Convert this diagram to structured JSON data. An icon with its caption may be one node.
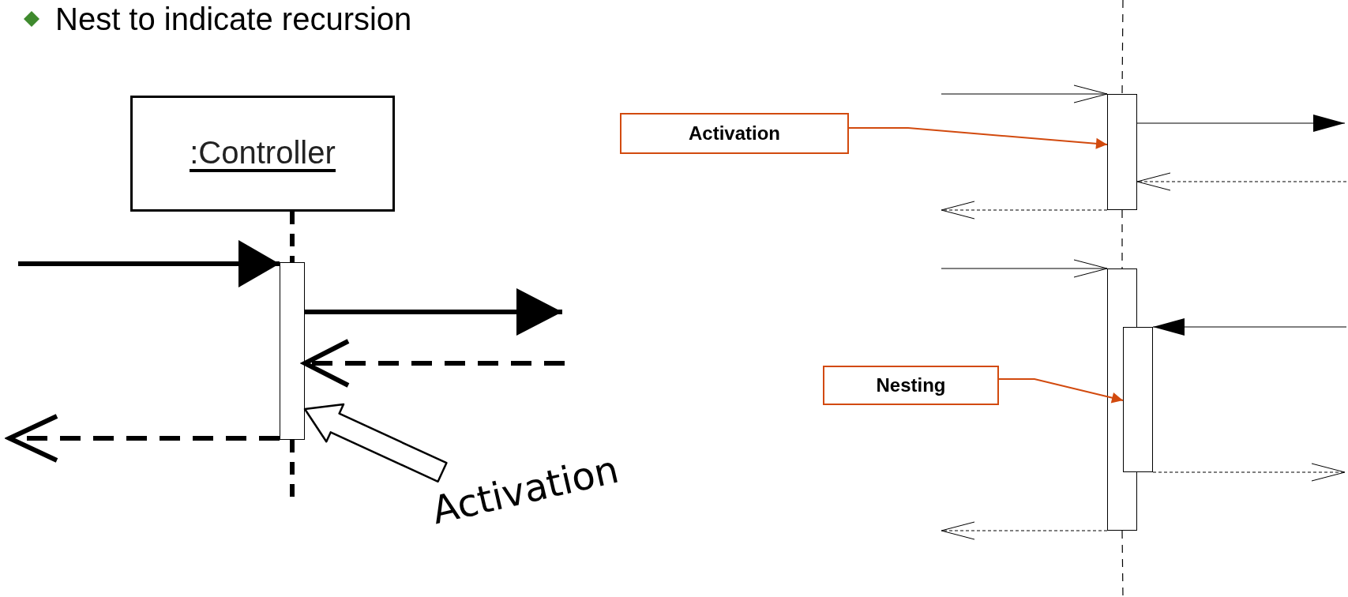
{
  "diagram": {
    "nodes": [
      {
        "text": [
          ":Controller"
        ]
      },
      {
        "text": [],
        "shape": "bar"
      },
      {
        "text": [
          "Activation"
        ]
      },
      {
        "text": [
          "Activation"
        ]
      },
      {
        "text": [],
        "shape": "bar"
      },
      {
        "text": [
          "Nesting"
        ]
      },
      {
        "text": [],
        "shape": "bar"
      },
      {
        "text": [],
        "shape": "bar"
      }
    ],
    "edges": [
      {
        "from": 0,
        "to": 1,
        "arrow": "none",
        "style": "dashed"
      },
      {
        "from": 1,
        "to": null,
        "arrow": "none",
        "style": "dashed"
      },
      {
        "from": null,
        "to": 1,
        "arrow": "to",
        "style": "thick"
      },
      {
        "from": 1,
        "to": null,
        "arrow": "to",
        "style": "thick"
      },
      {
        "from": null,
        "to": 1,
        "arrow": "to",
        "style": "dashed"
      },
      {
        "from": 1,
        "to": null,
        "arrow": "to",
        "style": "dashed"
      },
      {
        "from": 2,
        "to": 1,
        "arrow": "to"
      },
      {
        "from": 3,
        "to": 4,
        "arrow": "to",
        "color": "#d24a0e"
      },
      {
        "from": null,
        "to": 4,
        "arrow": "to"
      },
      {
        "from": 4,
        "to": null,
        "arrow": "to"
      },
      {
        "from": null,
        "to": 4,
        "arrow": "to",
        "style": "dashed"
      },
      {
        "from": 4,
        "to": null,
        "arrow": "to",
        "style": "dashed"
      },
      {
        "from": 5,
        "to": 7,
        "arrow": "to",
        "color": "#d24a0e"
      },
      {
        "from": null,
        "to": 6,
        "arrow": "to"
      },
      {
        "from": null,
        "to": 7,
        "arrow": "to"
      },
      {
        "from": 7,
        "to": null,
        "arrow": "to",
        "style": "dashed"
      },
      {
        "from": 6,
        "to": null,
        "arrow": "to",
        "style": "dashed"
      },
      {
        "from": null,
        "to": 4,
        "arrow": "none",
        "style": "dashed"
      },
      {
        "from": 4,
        "to": 6,
        "arrow": "none",
        "style": "dashed"
      },
      {
        "from": 6,
        "to": null,
        "arrow": "none",
        "style": "dashed"
      }
    ],
    "labels": [
      "Nest to indicate recursion"
    ]
  }
}
